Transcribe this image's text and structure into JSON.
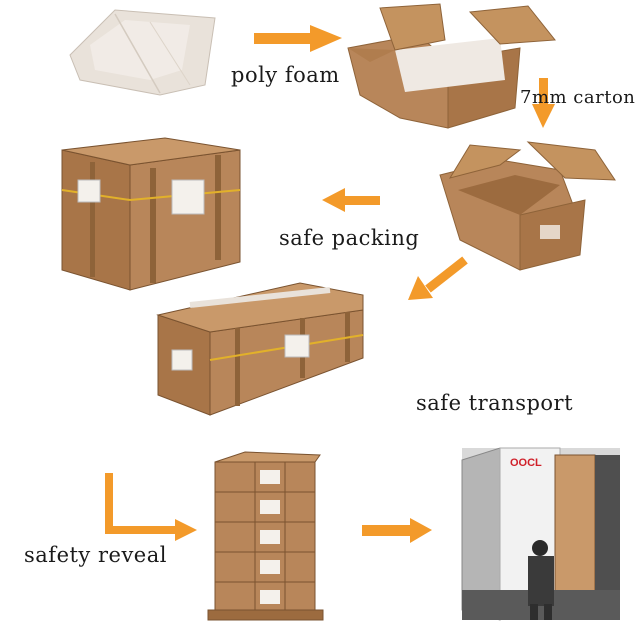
{
  "steps": {
    "poly_foam": "poly foam",
    "carton": "7mm carton",
    "safe_packing": "safe packing",
    "safe_transport": "safe transport",
    "safety_reveal": "safety reveal"
  },
  "container_brand": "OOCL",
  "colors": {
    "arrow": "#f39a2a",
    "cardboard": "#b8865a",
    "cardboard_dark": "#8e6339",
    "strap": "#e2b12a",
    "foam": "#e9e2da"
  }
}
